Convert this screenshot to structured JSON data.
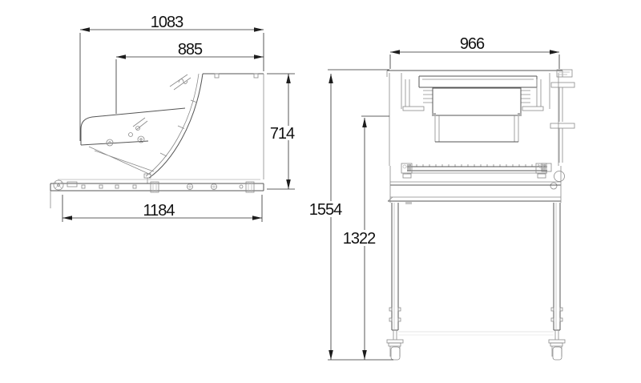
{
  "drawing": {
    "colors": {
      "background": "#ffffff",
      "line": "#555555",
      "dimension_text": "#121212"
    },
    "side_view": {
      "top_width": "1083",
      "opening_width": "885",
      "height": "714",
      "base_length": "1184"
    },
    "front_view": {
      "width": "966",
      "overall_height": "1554",
      "frame_height": "1322"
    }
  }
}
